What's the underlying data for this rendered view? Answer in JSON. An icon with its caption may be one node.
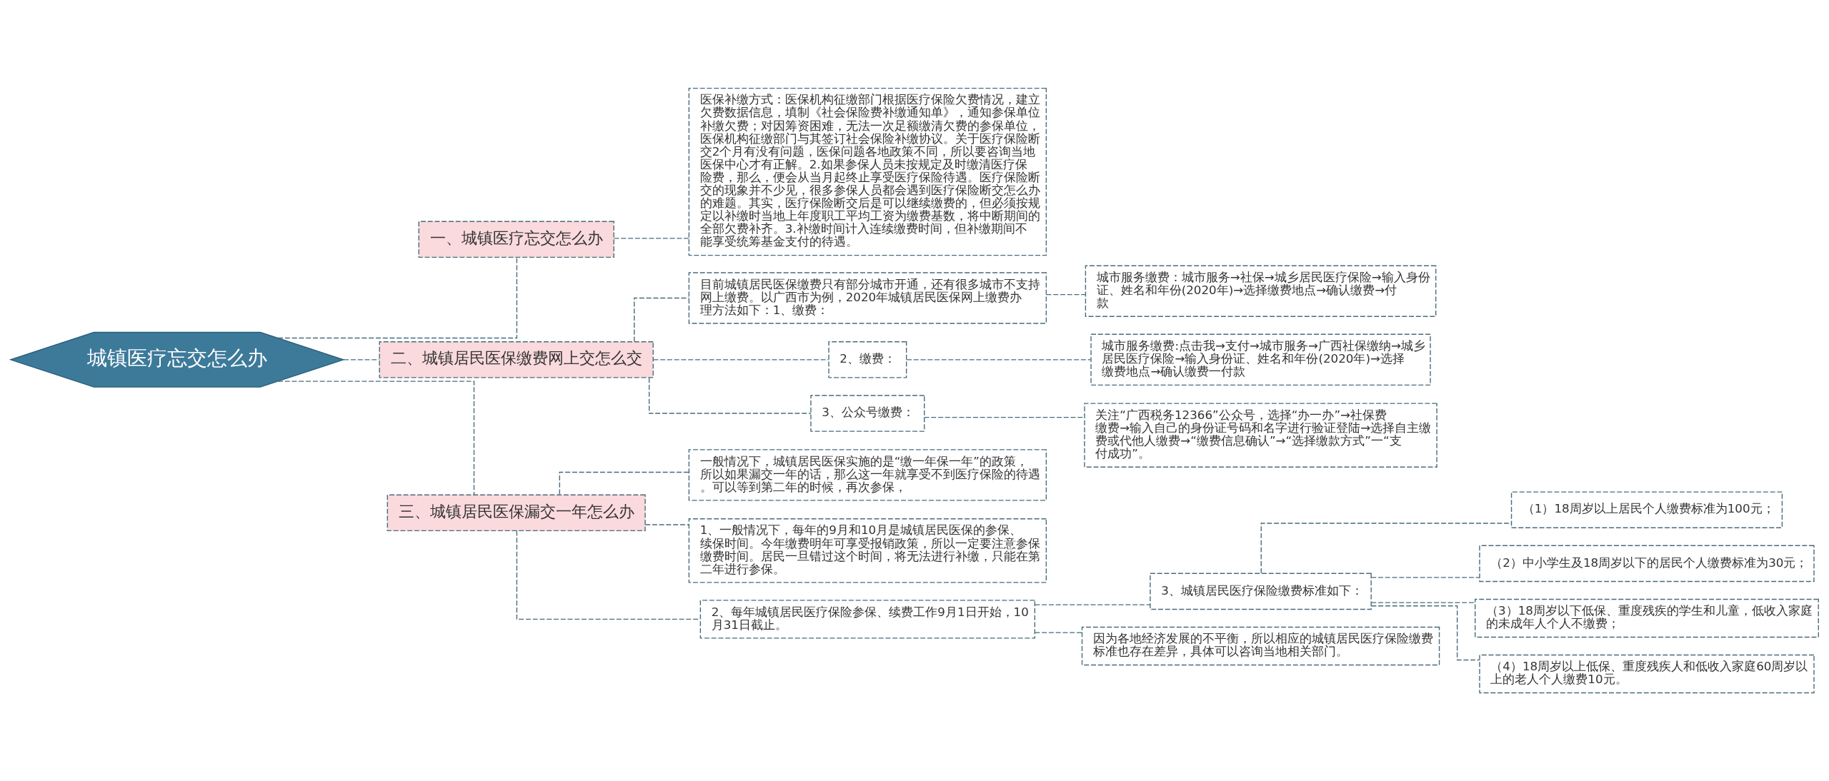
{
  "diagram": {
    "nodes": [
      {
        "text": [
          "城镇医疗忘交怎么办"
        ]
      },
      {
        "text": [
          "一、城镇医疗忘交怎么办"
        ]
      },
      {
        "text": [
          "医保补缴方式：医保机构征缴部门根据医疗保险欠费情况，建立欠费数据信息，填制《社会保险费补缴通知单》，通知参保单位补缴欠费；对因筹资困难，无法一次足额缴清欠费的参保单位，医保机构征缴部门与其签订社会保险补缴协议。关于医疗保险断交2个月有没有问题，医保问题各地政策不同，所以要咨询当地医保中心才有正解。2.如果参保人员未按规定及时缴清医疗保险费，那么，便会从当月起终止享受医疗保险待遇。医疗保险断交的现象并不少见，很多参保人员都会遇到医疗保险断交怎么办的难题。其实，医疗保险断交后是可以继续缴费的，但必须按规定以补缴时当地上年度职工平均工资为缴费基数，将中断期间的全部欠费补齐。3.补缴时间计入连续缴费时间，但补缴期间不能享受统筹基金支付的待遇。"
        ]
      },
      {
        "text": [
          "二、城镇居民医保缴费网上交怎么交"
        ]
      },
      {
        "text": [
          "目前城镇居民医保缴费只有部分城市开通，还有很多城市不支持网上缴费。以广西市为例，2020年城镇居民医保网上缴费办理方法如下：1、缴费："
        ]
      },
      {
        "text": [
          "城市服务缴费：城市服务→社保→城乡居民医疗保险→输入身份证、姓名和年份(2020年)→选择缴费地点→确认缴费→付款"
        ]
      },
      {
        "text": [
          "2、缴费："
        ]
      },
      {
        "text": [
          "城市服务缴费:点击我→支付→城市服务→广西社保缴纳→城乡居民医疗保险→输入身份证、姓名和年份(2020年)→选择缴费地点→确认缴费一付款"
        ]
      },
      {
        "text": [
          "3、公众号缴费："
        ]
      },
      {
        "text": [
          "关注“广西税务12366”公众号，选择“办一办”→社保费缴费→输入自己的身份证号码和名字进行验证登陆→选择自主缴费或代他人缴费→“缴费信息确认”→“选择缴款方式”一“支付成功”。"
        ]
      },
      {
        "text": [
          "三、城镇居民医保漏交一年怎么办"
        ]
      },
      {
        "text": [
          "一般情况下，城镇居民医保实施的是“缴一年保一年”的政策，所以如果漏交一年的话，那么这一年就享受不到医疗保险的待遇。可以等到第二年的时候，再次参保，"
        ]
      },
      {
        "text": [
          "1、一般情况下，每年的9月和10月是城镇居民医保的参保、续保时间。今年缴费明年可享受报销政策，所以一定要注意参保缴费时间。居民一旦错过这个时间，将无法进行补缴，只能在第二年进行参保。"
        ]
      },
      {
        "text": [
          "2、每年城镇居民医疗保险参保、续费工作9月1日开始，10月31日截止。"
        ]
      },
      {
        "text": [
          "3、城镇居民医疗保险缴费标准如下："
        ]
      },
      {
        "text": [
          "（1）18周岁以上居民个人缴费标准为100元；"
        ]
      },
      {
        "text": [
          "（2）中小学生及18周岁以下的居民个人缴费标准为30元；"
        ]
      },
      {
        "text": [
          "（3）18周岁以下低保、重度残疾的学生和儿童，低收入家庭的未成年人个人不缴费；"
        ]
      },
      {
        "text": [
          "（4）18周岁以上低保、重度残疾人和低收入家庭60周岁以上的老人个人缴费10元。"
        ]
      },
      {
        "text": [
          "因为各地经济发展的不平衡，所以相应的城镇居民医疗保险缴费标准也存在差异，具体可以咨询当地相关部门。"
        ]
      }
    ],
    "edges": [
      {
        "from": 0,
        "to": 1,
        "arrow": "none"
      },
      {
        "from": 1,
        "to": 2,
        "arrow": "none"
      },
      {
        "from": 0,
        "to": 3,
        "arrow": "none"
      },
      {
        "from": 3,
        "to": 4,
        "arrow": "none"
      },
      {
        "from": 4,
        "to": 5,
        "arrow": "none"
      },
      {
        "from": 3,
        "to": 6,
        "arrow": "none"
      },
      {
        "from": 6,
        "to": 7,
        "arrow": "none"
      },
      {
        "from": 3,
        "to": 8,
        "arrow": "none"
      },
      {
        "from": 8,
        "to": 9,
        "arrow": "none"
      },
      {
        "from": 0,
        "to": 10,
        "arrow": "none"
      },
      {
        "from": 10,
        "to": 11,
        "arrow": "none"
      },
      {
        "from": 10,
        "to": 12,
        "arrow": "none"
      },
      {
        "from": 10,
        "to": 13,
        "arrow": "none"
      },
      {
        "from": 13,
        "to": 14,
        "arrow": "none"
      },
      {
        "from": 14,
        "to": 15,
        "arrow": "none"
      },
      {
        "from": 14,
        "to": 16,
        "arrow": "none"
      },
      {
        "from": 14,
        "to": 17,
        "arrow": "none"
      },
      {
        "from": 14,
        "to": 18,
        "arrow": "none"
      },
      {
        "from": 13,
        "to": 19,
        "arrow": "none"
      }
    ]
  }
}
